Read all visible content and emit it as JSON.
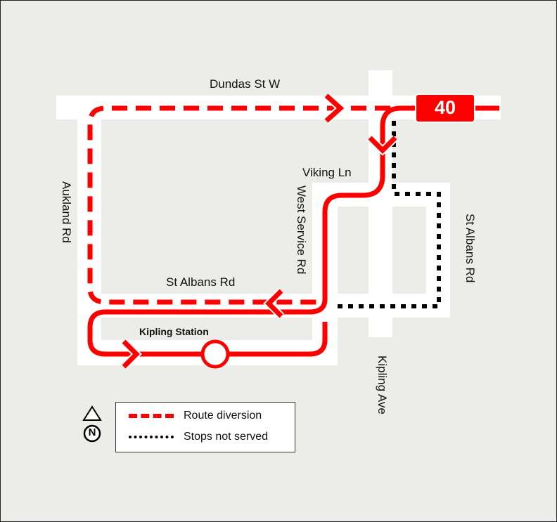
{
  "map": {
    "background_color": "#ecece8",
    "road_color": "#ffffff",
    "route_color": "#ff0000",
    "route_number": "40",
    "streets": {
      "dundas": "Dundas St W",
      "viking": "Viking Ln",
      "aukland": "Aukland Rd",
      "west_service": "West Service Rd",
      "st_albans_h": "St Albans Rd",
      "st_albans_v": "St Albans Rd",
      "kipling_ave": "Kipling Ave"
    },
    "station": "Kipling Station"
  },
  "legend": {
    "items": [
      {
        "label": "Route diversion",
        "style": "red-dashed",
        "color": "#ff0000"
      },
      {
        "label": "Stops not served",
        "style": "black-dotted",
        "color": "#000000"
      }
    ]
  },
  "compass": {
    "label": "N"
  }
}
